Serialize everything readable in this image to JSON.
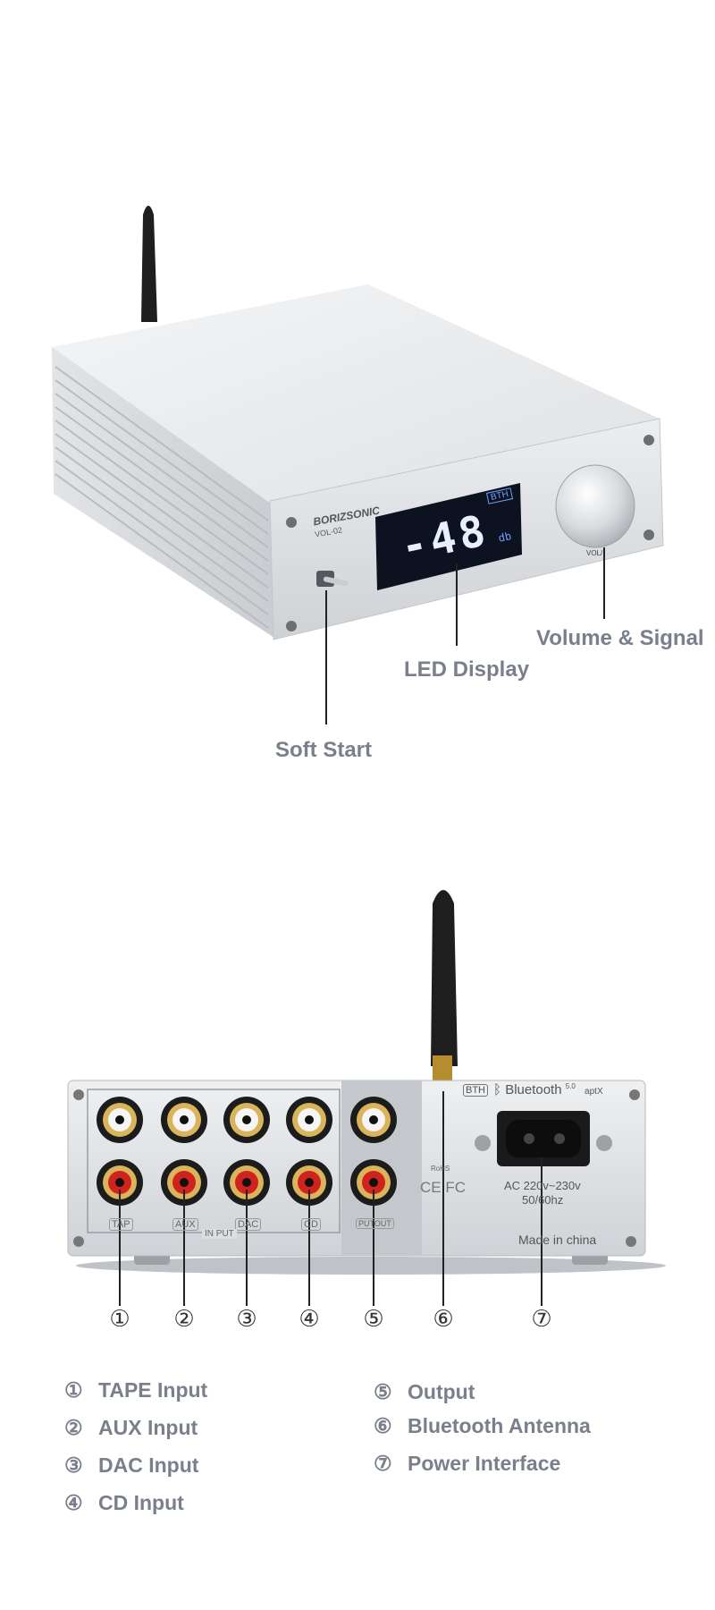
{
  "front": {
    "brand": "BORIZSONIC",
    "model": "VOL-02",
    "display_value": "-48",
    "display_unit": "db",
    "display_badge": "BTH",
    "knob_label": "VOL/",
    "callouts": {
      "volume": "Volume & Signal",
      "led": "LED Display",
      "soft_start": "Soft Start"
    }
  },
  "rear": {
    "input_labels": [
      "TAP",
      "AUX",
      "DAC",
      "CD"
    ],
    "input_group_label": "IN PUT",
    "output_label": "PUTOUT",
    "bluetooth_badge": "BTH",
    "bluetooth_text": "Bluetooth",
    "bluetooth_version": "5.0",
    "aptx": "aptX",
    "rohs": "RoHS",
    "ce_fc": "CE FC",
    "ac_line1": "AC 220v~230v",
    "ac_line2": "50/60hz",
    "made_in": "Made in china",
    "port_numbers": [
      "①",
      "②",
      "③",
      "④",
      "⑤",
      "⑥",
      "⑦"
    ]
  },
  "legend": {
    "left": [
      {
        "num": "①",
        "label": "TAPE  Input"
      },
      {
        "num": "②",
        "label": "AUX Input"
      },
      {
        "num": "③",
        "label": "DAC Input"
      },
      {
        "num": "④",
        "label": "CD Input"
      }
    ],
    "right": [
      {
        "num": "⑤",
        "label": "Output"
      },
      {
        "num": "⑥",
        "label": "Bluetooth Antenna"
      },
      {
        "num": "⑦",
        "label": "Power Interface"
      }
    ]
  }
}
